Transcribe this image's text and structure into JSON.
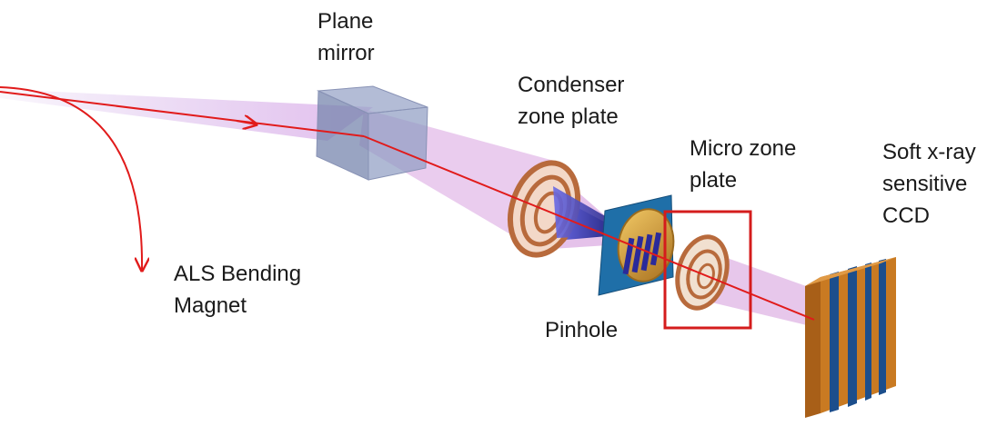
{
  "labels": {
    "plane_mirror": [
      "Plane",
      "mirror"
    ],
    "condenser_zone_plate": [
      "Condenser",
      "zone plate"
    ],
    "micro_zone_plate": [
      "Micro zone",
      "plate"
    ],
    "ccd": [
      "Soft x-ray",
      "sensitive",
      "CCD"
    ],
    "bending_magnet": [
      "ALS Bending",
      "Magnet"
    ],
    "pinhole": [
      "Pinhole"
    ]
  },
  "colors": {
    "beam_cone": "#cf7fd6",
    "beam_line": "#e11b1b",
    "mirror": "#7d8fb5",
    "zone_plate_ring": "#b86a3c",
    "zone_plate_gold": "#d9a43a",
    "pinhole_plate": "#1f6fa8",
    "pinhole_slits": "#2a2a9a",
    "ccd_orange": "#c97a22",
    "ccd_blue": "#1c4e8c",
    "highlight_box": "#d41c1c"
  }
}
